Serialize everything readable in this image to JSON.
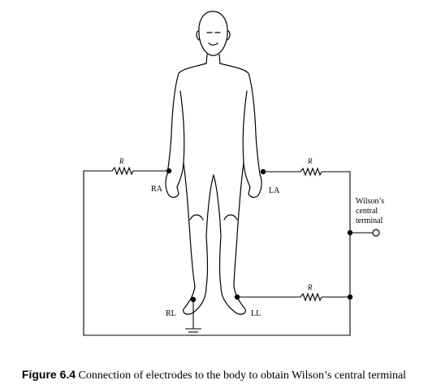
{
  "labels": {
    "resistor_left": "R",
    "resistor_right_top": "R",
    "resistor_right_bottom": "R",
    "right_arm": "RA",
    "left_arm": "LA",
    "right_leg": "RL",
    "left_leg": "LL",
    "terminal_line1": "Wilson’s",
    "terminal_line2": "central",
    "terminal_line3": "terminal"
  },
  "caption": {
    "number": "Figure 6.4",
    "text": " Connection of electrodes to the body to obtain Wilson’s central terminal"
  }
}
